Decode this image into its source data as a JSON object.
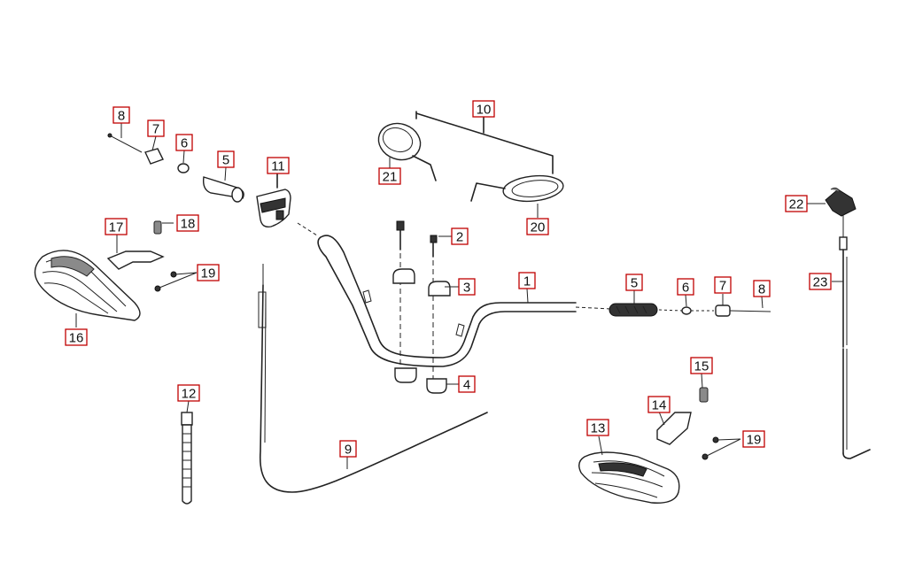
{
  "labels": {
    "l1": "1",
    "l2": "2",
    "l3": "3",
    "l4": "4",
    "l5a": "5",
    "l5b": "5",
    "l6a": "6",
    "l6b": "6",
    "l7a": "7",
    "l7b": "7",
    "l8a": "8",
    "l8b": "8",
    "l9": "9",
    "l10": "10",
    "l11": "11",
    "l12": "12",
    "l13": "13",
    "l14": "14",
    "l15": "15",
    "l16": "16",
    "l17": "17",
    "l18": "18",
    "l19a": "19",
    "l19b": "19",
    "l20": "20",
    "l21": "21",
    "l22": "22",
    "l23": "23"
  },
  "colors": {
    "label_border": "#c00000",
    "line": "#222222"
  }
}
